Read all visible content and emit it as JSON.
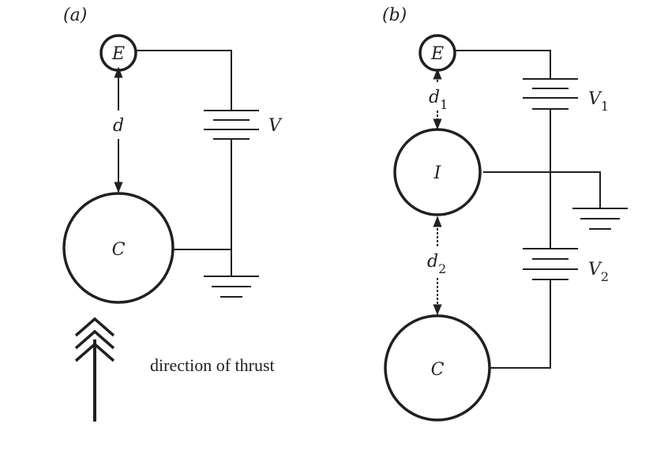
{
  "panel_a": {
    "label": "(a)",
    "emitter": "E",
    "collector": "C",
    "gap": "d",
    "voltage": "V",
    "thrust_label": "direction of thrust"
  },
  "panel_b": {
    "label": "(b)",
    "emitter": "E",
    "intermediate": "I",
    "collector": "C",
    "gap1": "d",
    "gap1_sub": "1",
    "gap2": "d",
    "gap2_sub": "2",
    "voltage1": "V",
    "voltage1_sub": "1",
    "voltage2": "V",
    "voltage2_sub": "2"
  },
  "colors": {
    "ink": "#231f20",
    "background": "#ffffff"
  }
}
